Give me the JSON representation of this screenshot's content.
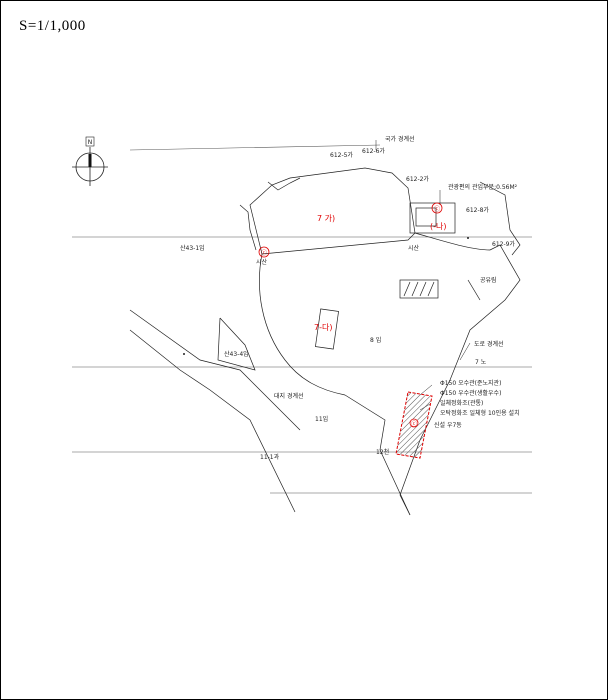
{
  "scale": "S=1/1,000",
  "north_arrow": {
    "label": "N",
    "icon": "north-arrow-icon"
  },
  "labels": {
    "boundary_top": "국가 경계선",
    "parcel_612_5ga": "612-5가",
    "parcel_612_6ga": "612-6가",
    "parcel_612_2ga": "612-2가",
    "annex_note": "관광편의 관입부분:0.56M²",
    "parcel_612_8ga": "612-8가",
    "parcel_612_9ga": "612-9가",
    "mountain_43_1": "산43-1임",
    "mountain_43_4": "산43-4임",
    "parcel_8": "8 임",
    "road_boundary": "도로 경계선",
    "parcel_7": "7 노",
    "site_boundary": "대지 경계선",
    "parcel_11": "11임",
    "parcel_11_1": "11-1과",
    "parcel_12": "12천",
    "new_building": "신설 우7동",
    "parcel_left_gap": "공유림",
    "pipe_1": "Φ150 오수관(준노지관)",
    "pipe_2": "Φ150 우수관(생활우수)",
    "septic": "일체정화조(관통)",
    "septic_note": "오탁정화조 일체형 10인용 설치",
    "node_a": "시산",
    "node_b": "시산"
  },
  "zones": {
    "ga": "7 가)",
    "na": "(-나)",
    "da": "7-다)",
    "marker_1": "ⓒ",
    "marker_2": "ⓒ",
    "marker_3": "ⓒ"
  },
  "colors": {
    "line": "#222222",
    "accent": "#e00000"
  }
}
